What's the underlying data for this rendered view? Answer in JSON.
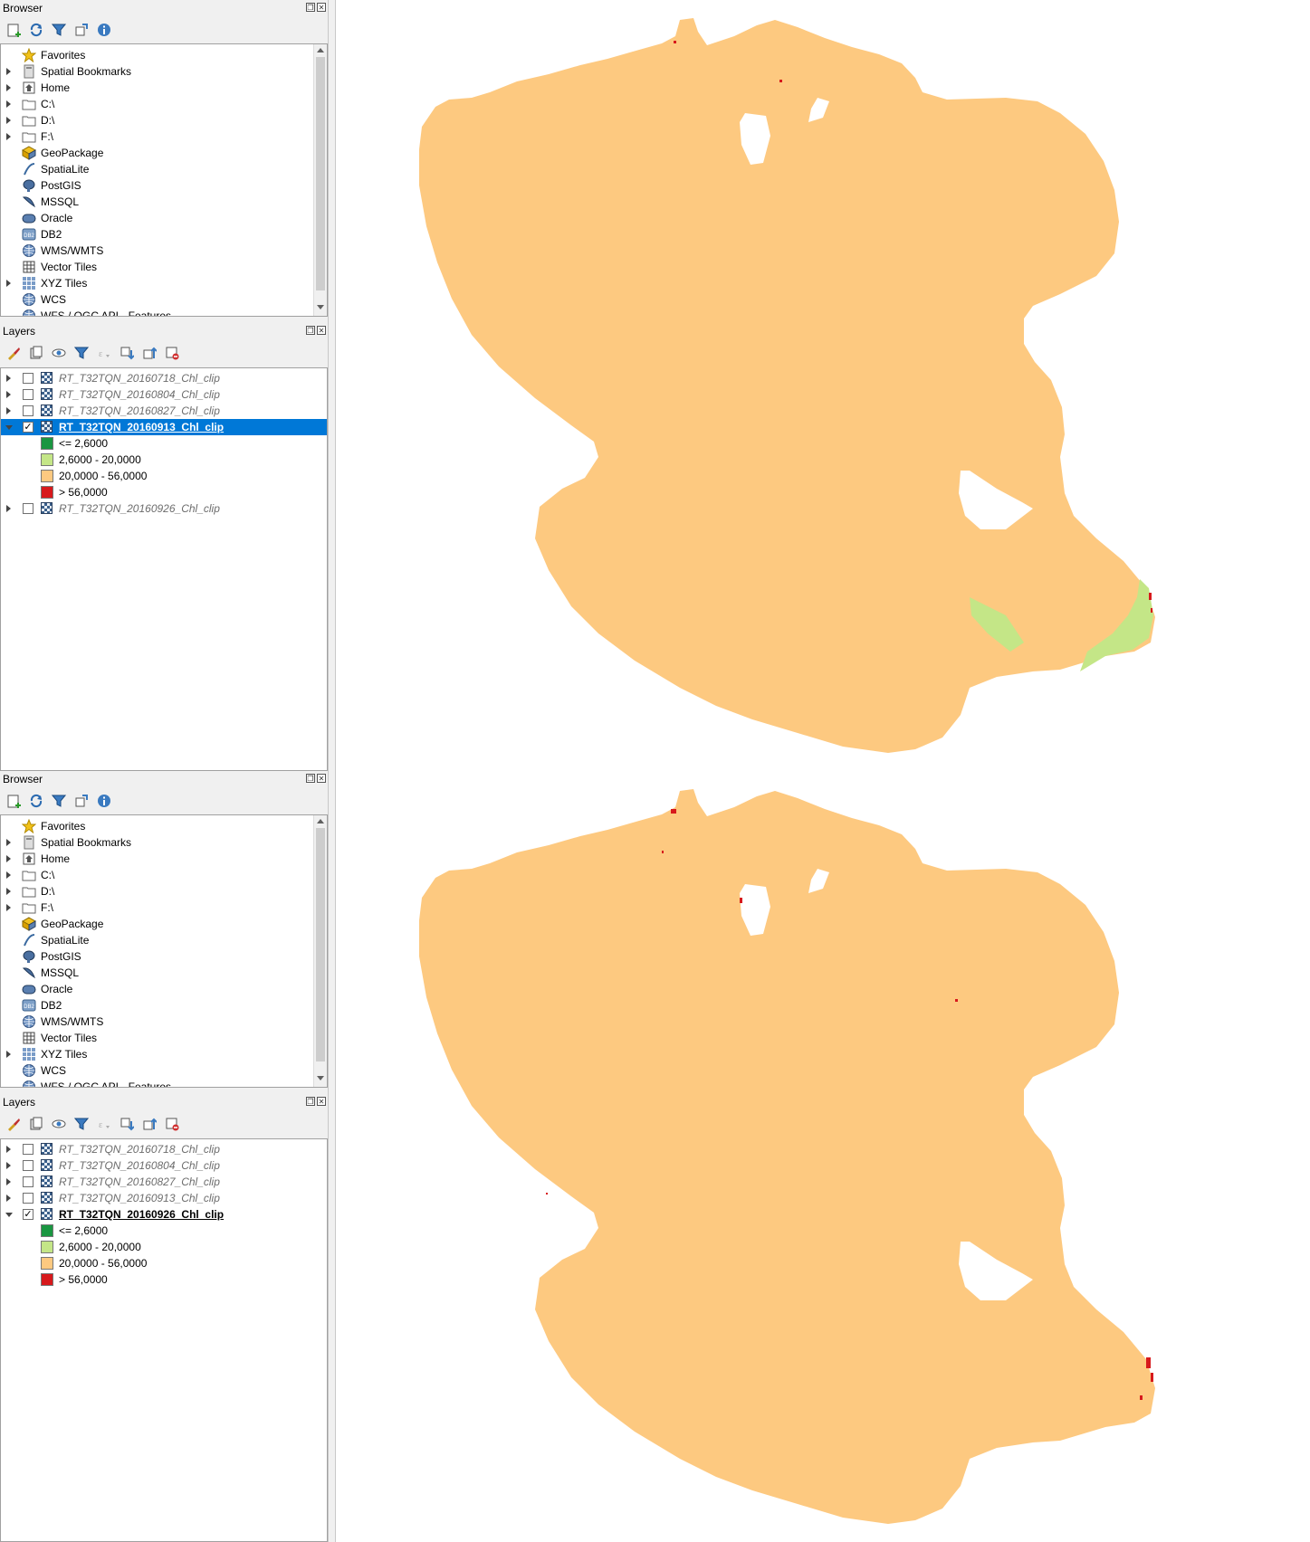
{
  "browser": {
    "title": "Browser",
    "items": [
      {
        "label": "Favorites",
        "icon": "star-icon",
        "expandable": false
      },
      {
        "label": "Spatial Bookmarks",
        "icon": "bookmark-icon",
        "expandable": true
      },
      {
        "label": "Home",
        "icon": "home-icon",
        "expandable": true
      },
      {
        "label": "C:\\",
        "icon": "folder-icon",
        "expandable": true
      },
      {
        "label": "D:\\",
        "icon": "folder-icon",
        "expandable": true
      },
      {
        "label": "F:\\",
        "icon": "folder-icon",
        "expandable": true
      },
      {
        "label": "GeoPackage",
        "icon": "geopackage-icon",
        "expandable": false
      },
      {
        "label": "SpatiaLite",
        "icon": "spatialite-icon",
        "expandable": false
      },
      {
        "label": "PostGIS",
        "icon": "postgis-icon",
        "expandable": false
      },
      {
        "label": "MSSQL",
        "icon": "mssql-icon",
        "expandable": false
      },
      {
        "label": "Oracle",
        "icon": "oracle-icon",
        "expandable": false
      },
      {
        "label": "DB2",
        "icon": "db2-icon",
        "expandable": false
      },
      {
        "label": "WMS/WMTS",
        "icon": "globe-icon",
        "expandable": false
      },
      {
        "label": "Vector Tiles",
        "icon": "grid-icon",
        "expandable": false
      },
      {
        "label": "XYZ Tiles",
        "icon": "tiles-icon",
        "expandable": true
      },
      {
        "label": "WCS",
        "icon": "globe-icon",
        "expandable": false
      },
      {
        "label": "WFS / OGC API - Features",
        "icon": "globe-icon",
        "expandable": false
      }
    ]
  },
  "layers_title": "Layers",
  "legend": [
    {
      "label": "<= 2,6000",
      "color": "#1a9641"
    },
    {
      "label": "2,6000 - 20,0000",
      "color": "#c4e687"
    },
    {
      "label": "20,0000 - 56,0000",
      "color": "#fdc980"
    },
    {
      "label": "> 56,0000",
      "color": "#d7191c"
    }
  ],
  "colors": {
    "lake": "#fdc980",
    "selection": "#0078d7",
    "low": "#c4e687",
    "high": "#d7191c"
  },
  "panes": [
    {
      "layers": [
        {
          "name": "RT_T32TQN_20160718_Chl_clip",
          "checked": false,
          "active": false
        },
        {
          "name": "RT_T32TQN_20160804_Chl_clip",
          "checked": false,
          "active": false
        },
        {
          "name": "RT_T32TQN_20160827_Chl_clip",
          "checked": false,
          "active": false
        },
        {
          "name": "RT_T32TQN_20160913_Chl_clip",
          "checked": true,
          "active": true,
          "expanded": true,
          "selected": true
        },
        {
          "name": "RT_T32TQN_20160926_Chl_clip",
          "checked": false,
          "active": false
        }
      ]
    },
    {
      "layers": [
        {
          "name": "RT_T32TQN_20160718_Chl_clip",
          "checked": false,
          "active": false
        },
        {
          "name": "RT_T32TQN_20160804_Chl_clip",
          "checked": false,
          "active": false
        },
        {
          "name": "RT_T32TQN_20160827_Chl_clip",
          "checked": false,
          "active": false
        },
        {
          "name": "RT_T32TQN_20160913_Chl_clip",
          "checked": false,
          "active": false
        },
        {
          "name": "RT_T32TQN_20160926_Chl_clip",
          "checked": true,
          "active": true,
          "expanded": true,
          "selected": false
        }
      ]
    }
  ]
}
